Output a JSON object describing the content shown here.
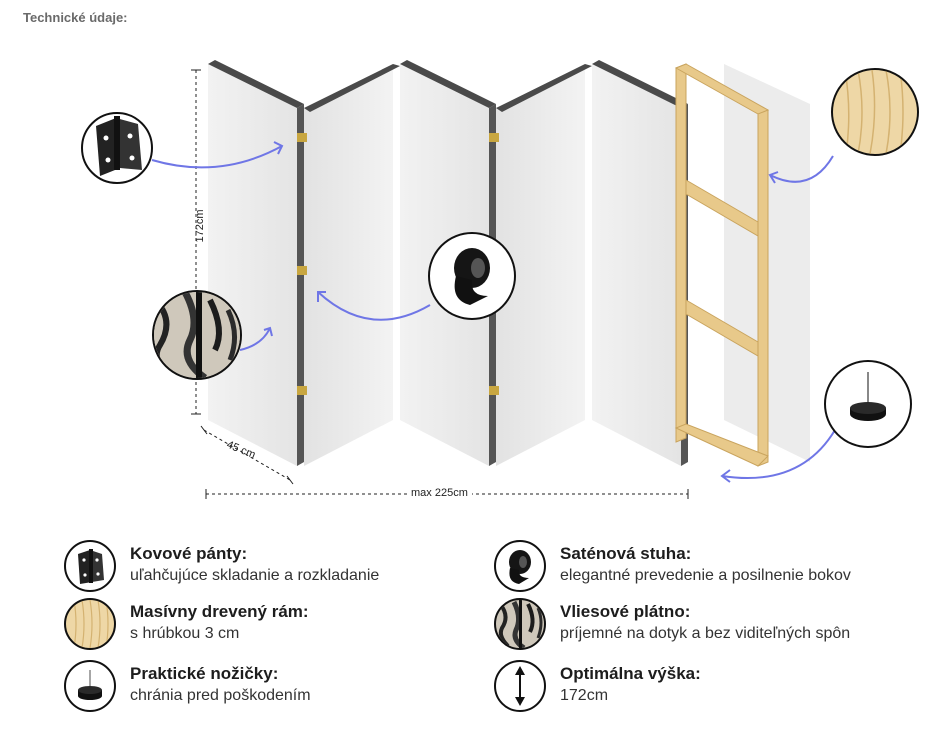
{
  "title": "Technické údaje:",
  "dimensions": {
    "height": "172cm",
    "depth": "45 cm",
    "width": "max 225cm"
  },
  "colors": {
    "arrow": "#6f76e6",
    "panel": "#e9e9e9",
    "frame_edge": "#4a4a4a",
    "wood": "#e8c98a"
  },
  "features": [
    {
      "icon": "hinge-icon",
      "title": "Kovové pánty:",
      "desc": "uľahčujúce skladanie a rozkladanie"
    },
    {
      "icon": "satin-ribbon-icon",
      "title": "Saténová stuha:",
      "desc": "elegantné prevedenie a posilnenie bokov"
    },
    {
      "icon": "wood-frame-icon",
      "title": "Masívny drevený rám:",
      "desc": "s hrúbkou 3 cm"
    },
    {
      "icon": "fleece-canvas-icon",
      "title": "Vliesové plátno:",
      "desc": "príjemné na dotyk a bez viditeľných spôn"
    },
    {
      "icon": "foot-icon",
      "title": "Praktické nožičky:",
      "desc": "chránia pred poškodením"
    },
    {
      "icon": "height-arrow-icon",
      "title": "Optimálna výška:",
      "desc": "172cm"
    }
  ]
}
